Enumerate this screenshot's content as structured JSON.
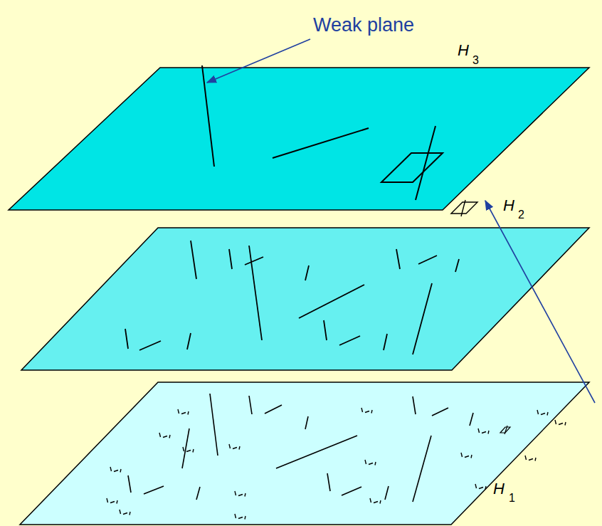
{
  "diagram": {
    "labels": [
      "Weak plane",
      "H",
      "3",
      "H",
      "2",
      "H",
      "1"
    ]
  }
}
